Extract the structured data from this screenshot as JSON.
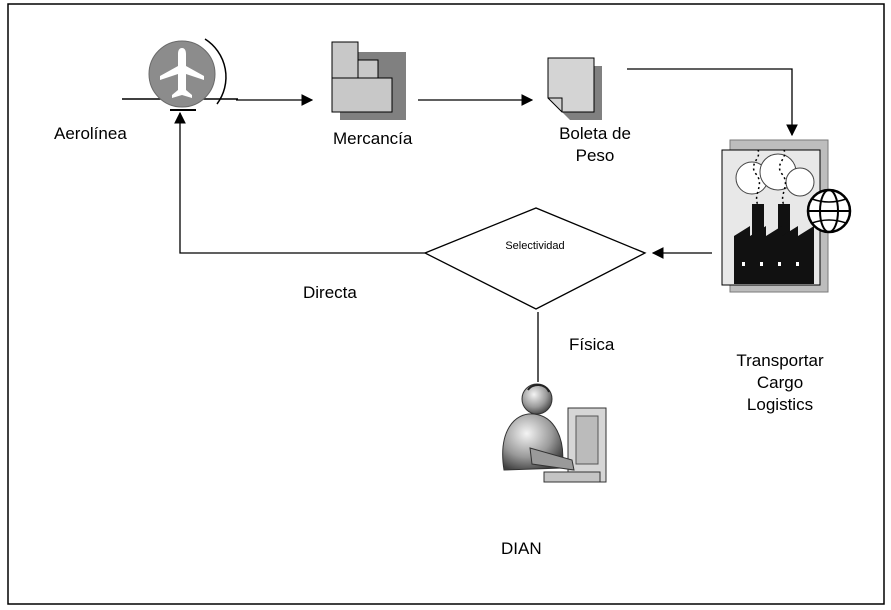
{
  "nodes": {
    "airline": "Aerolínea",
    "merchandise": "Mercancía",
    "weight_ticket_line1": "Boleta de",
    "weight_ticket_line2": "Peso",
    "transporter_line1": "Transportar",
    "transporter_line2": "Cargo",
    "transporter_line3": "Logistics",
    "selectivity": "Selectividad",
    "customs": "DIAN"
  },
  "edges": {
    "direct": "Directa",
    "physical": "Física"
  },
  "icons": {
    "airline": "airplane-icon",
    "merchandise": "stacked-boxes-icon",
    "weight_ticket": "document-icon",
    "transporter": "factory-globe-icon",
    "customs": "person-at-computer-icon"
  },
  "colors": {
    "line": "#000000",
    "shape_fill": "#cccccc",
    "shadow": "#808080"
  }
}
